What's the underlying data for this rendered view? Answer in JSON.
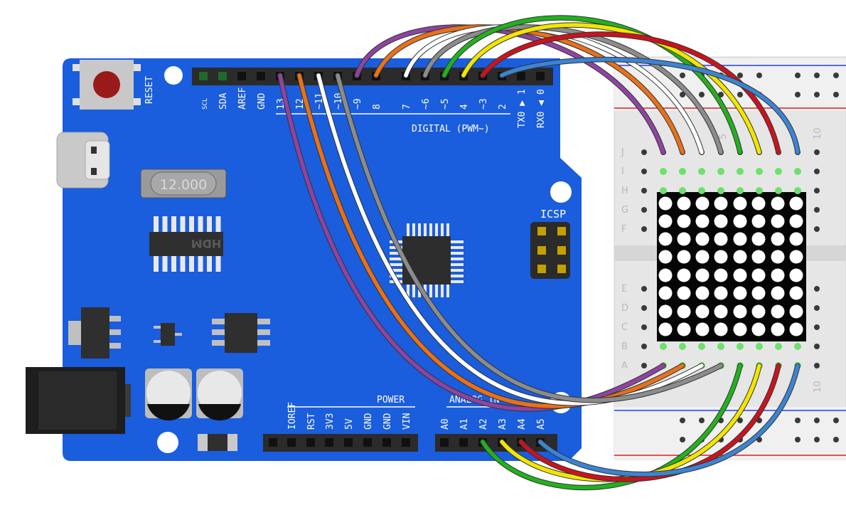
{
  "board": {
    "reset_label": "RESET",
    "crystal_label": "12.000",
    "icsp_label": "ICSP",
    "digital_label": "DIGITAL (PWM~)",
    "power_label": "POWER",
    "analog_label": "ANALOG IN",
    "chip_label": "HDM",
    "top_header_pins": [
      "SCL",
      "SDA",
      "AREF",
      "GND",
      "13",
      "12",
      "~11",
      "~10",
      "~9",
      "8",
      "7",
      "~6",
      "~5",
      "4",
      "~3",
      "2",
      "TX0 ▶ 1",
      "RX0 ◀ 0"
    ],
    "power_pins": [
      "IOREF",
      "RST",
      "3V3",
      "5V",
      "GND",
      "GND",
      "VIN"
    ],
    "analog_pins": [
      "A0",
      "A1",
      "A2",
      "A3",
      "A4",
      "A5"
    ]
  },
  "breadboard": {
    "row_letters_top": [
      "J",
      "I",
      "H",
      "G",
      "F"
    ],
    "row_letters_bottom": [
      "E",
      "D",
      "C",
      "B",
      "A"
    ],
    "column_labels": [
      "5",
      "10"
    ]
  },
  "led_matrix": {
    "rows": 8,
    "cols": 8
  },
  "wire_colors": {
    "purple": "#8e44a0",
    "orange": "#e8711a",
    "white": "#ffffff",
    "gray": "#8c8c8c",
    "green": "#22b11e",
    "yellow": "#f2e600",
    "red": "#c8141e",
    "blue": "#3c84d2"
  },
  "colors": {
    "board": "#1a5ddd",
    "header": "#2b2b2b",
    "breadboard": "#e6e6e6"
  }
}
